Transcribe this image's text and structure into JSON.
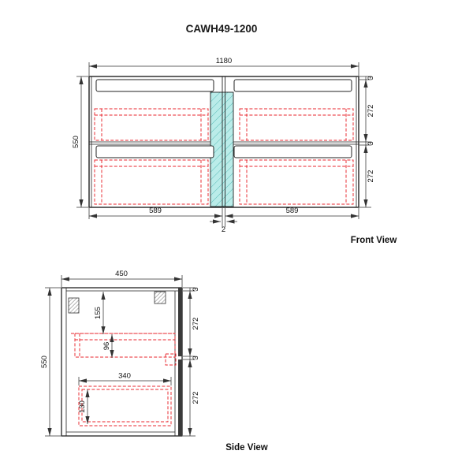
{
  "title": "CAWH49-1200",
  "front_view": {
    "label": "Front View",
    "dims": {
      "overall_width": "1180",
      "overall_height": "550",
      "top_gap": "3",
      "upper_drawer_height": "272",
      "mid_gap": "3",
      "lower_drawer_height": "272",
      "left_drawer_width": "589",
      "right_drawer_width": "589",
      "center_gap": "2"
    }
  },
  "side_view": {
    "label": "Side View",
    "dims": {
      "overall_depth": "450",
      "overall_height": "550",
      "top_gap": "3",
      "upper_drawer_height": "272",
      "mid_gap": "3",
      "lower_drawer_height": "272",
      "handle_offset": "155",
      "upper_box_depth": "96",
      "lower_box_depth": "340",
      "lower_box_height": "130"
    }
  },
  "colors": {
    "outline": "#222222",
    "hidden_line": "#e8262d",
    "panel_fill": "#baece9",
    "hatch_line": "#58bab6",
    "dim": "#333333"
  }
}
